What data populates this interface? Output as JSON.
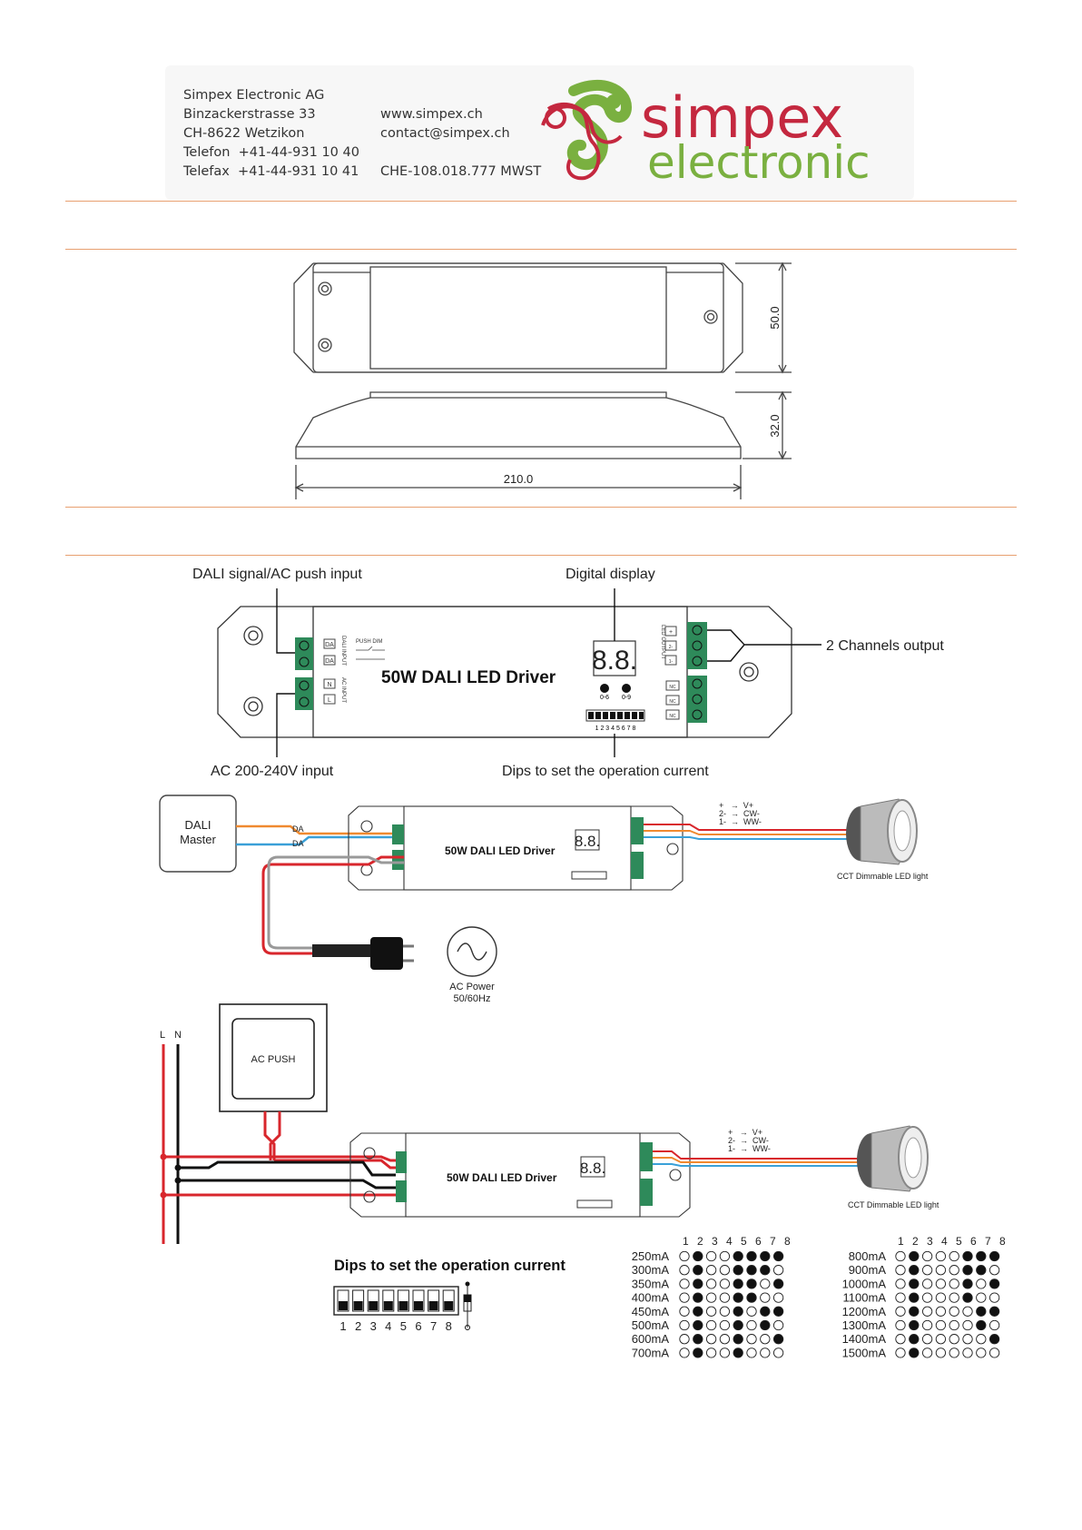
{
  "company": {
    "name": "Simpex Electronic AG",
    "street": "Binzackerstrasse 33",
    "city": "CH-8622 Wetzikon",
    "phone": "Telefon  +41-44-931 10 40",
    "fax": "Telefax  +41-44-931 10 41",
    "web": "www.simpex.ch",
    "email": "contact@simpex.ch",
    "vat": "CHE-108.018.777 MWST"
  },
  "logo": {
    "word1": "simpex",
    "word2": "electronic",
    "color_red": "#c4283f",
    "color_green": "#7ab040"
  },
  "dimensions": {
    "height": "50.0",
    "depth": "32.0",
    "length": "210.0"
  },
  "layout_callouts": {
    "dali_input": "DALI signal/AC push input",
    "display": "Digital display",
    "output": "2 Channels output",
    "ac_input": "AC 200-240V input",
    "dips": "Dips to set the operation current"
  },
  "driver": {
    "title": "50W DALI LED Driver",
    "display": "8.8.",
    "push_dim": "PUSH DIM",
    "dali_input": "DALI INPUT",
    "ac_input": "AC INPUT",
    "led_output": "LED OUTPUT",
    "da": "DA",
    "n": "N",
    "l": "L",
    "nc": "NC",
    "plus": "+",
    "two": "2-",
    "one": "1-",
    "btn1": "0-6",
    "btn2": "0-9",
    "dip_numbers": "1 2 3 4 5 6 7 8"
  },
  "wiring1": {
    "master": "DALI\nMaster",
    "master_line1": "DALI",
    "master_line2": "Master",
    "da1": "DA",
    "da2": "DA",
    "vplus": "+   →  V+",
    "cw": "2-  →  CW-",
    "ww": "1-  →  WW-",
    "light": "CCT Dimmable LED light",
    "ac_power1": "AC Power",
    "ac_power2": "50/60Hz"
  },
  "wiring2": {
    "l": "L",
    "n": "N",
    "push": "AC PUSH",
    "vplus": "+   →  V+",
    "cw": "2-  →  CW-",
    "ww": "1-  →  WW-",
    "light": "CCT Dimmable LED light"
  },
  "dip_table": {
    "title": "Dips to set the operation current",
    "switch_numbers": [
      "1",
      "2",
      "3",
      "4",
      "5",
      "6",
      "7",
      "8"
    ],
    "header": "1 2 3 4 5 6 7 8",
    "left": [
      {
        "current": "250mA",
        "on": [
          2,
          5,
          6,
          7,
          8
        ]
      },
      {
        "current": "300mA",
        "on": [
          2,
          5,
          6,
          7
        ]
      },
      {
        "current": "350mA",
        "on": [
          2,
          5,
          6,
          8
        ]
      },
      {
        "current": "400mA",
        "on": [
          2,
          5,
          6
        ]
      },
      {
        "current": "450mA",
        "on": [
          2,
          5,
          7,
          8
        ]
      },
      {
        "current": "500mA",
        "on": [
          2,
          5,
          7
        ]
      },
      {
        "current": "600mA",
        "on": [
          2,
          5,
          8
        ]
      },
      {
        "current": "700mA",
        "on": [
          2,
          5
        ]
      }
    ],
    "right": [
      {
        "current": "800mA",
        "on": [
          2,
          6,
          7,
          8
        ]
      },
      {
        "current": "900mA",
        "on": [
          2,
          6,
          7
        ]
      },
      {
        "current": "1000mA",
        "on": [
          2,
          6,
          8
        ]
      },
      {
        "current": "1100mA",
        "on": [
          2,
          6
        ]
      },
      {
        "current": "1200mA",
        "on": [
          2,
          7,
          8
        ]
      },
      {
        "current": "1300mA",
        "on": [
          2,
          7
        ]
      },
      {
        "current": "1400mA",
        "on": [
          2,
          8
        ]
      },
      {
        "current": "1500mA",
        "on": [
          2
        ]
      }
    ]
  }
}
